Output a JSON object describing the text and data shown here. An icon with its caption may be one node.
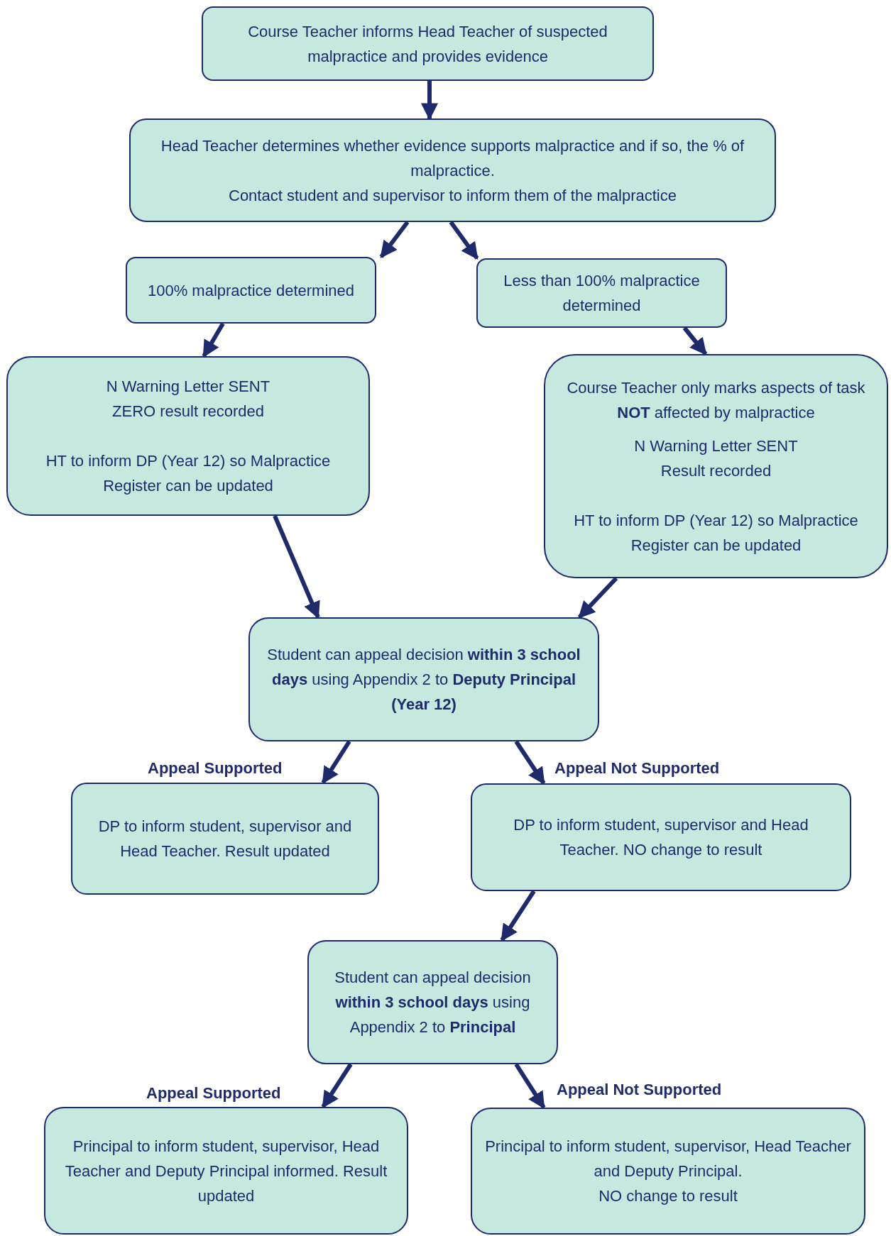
{
  "diagram": {
    "nodes": [
      {
        "text": [
          "Course Teacher informs Head Teacher of suspected malpractice and provides evidence"
        ]
      },
      {
        "text": [
          "Head Teacher determines whether evidence supports malpractice and if so, the % of malpractice.",
          "Contact student and supervisor to inform them of the malpractice"
        ]
      },
      {
        "text": [
          "100% malpractice determined"
        ]
      },
      {
        "text": [
          "Less than 100% malpractice determined"
        ]
      },
      {
        "text": [
          "N Warning Letter SENT",
          "ZERO result recorded",
          "HT to inform DP (Year 12) so Malpractice Register can be updated"
        ]
      },
      {
        "text": [
          "Course Teacher only marks aspects of task **NOT** affected by malpractice",
          "N Warning Letter SENT",
          "Result recorded",
          "HT to inform DP (Year 12) so Malpractice Register can be updated"
        ]
      },
      {
        "text": [
          "Student can appeal decision **within 3 school days** using Appendix 2 to **Deputy Principal (Year 12)**"
        ]
      },
      {
        "text": [
          "DP to inform student, supervisor and Head Teacher. Result updated"
        ]
      },
      {
        "text": [
          "DP to inform student, supervisor and Head Teacher. NO change to result"
        ]
      },
      {
        "text": [
          "Student can appeal decision **within 3 school days** using Appendix 2 to **Principal**"
        ]
      },
      {
        "text": [
          "Principal to inform student, supervisor, Head Teacher and Deputy Principal informed. Result updated"
        ]
      },
      {
        "text": [
          "Principal to inform student, supervisor, Head Teacher and Deputy Principal.",
          "NO change to result"
        ]
      }
    ],
    "edges": [
      {
        "from": 0,
        "to": 1,
        "arrow": "to"
      },
      {
        "from": 1,
        "to": 2,
        "arrow": "to"
      },
      {
        "from": 1,
        "to": 3,
        "arrow": "to"
      },
      {
        "from": 2,
        "to": 4,
        "arrow": "to"
      },
      {
        "from": 3,
        "to": 5,
        "arrow": "to"
      },
      {
        "from": 4,
        "to": 6,
        "arrow": "to"
      },
      {
        "from": 5,
        "to": 6,
        "arrow": "to"
      },
      {
        "from": 6,
        "to": 7,
        "arrow": "to",
        "label": "Appeal Supported"
      },
      {
        "from": 6,
        "to": 8,
        "arrow": "to",
        "label": "Appeal Not Supported"
      },
      {
        "from": 8,
        "to": 9,
        "arrow": "to"
      },
      {
        "from": 9,
        "to": 10,
        "arrow": "to",
        "label": "Appeal Supported"
      },
      {
        "from": 9,
        "to": 11,
        "arrow": "to",
        "label": "Appeal Not Supported"
      }
    ]
  }
}
